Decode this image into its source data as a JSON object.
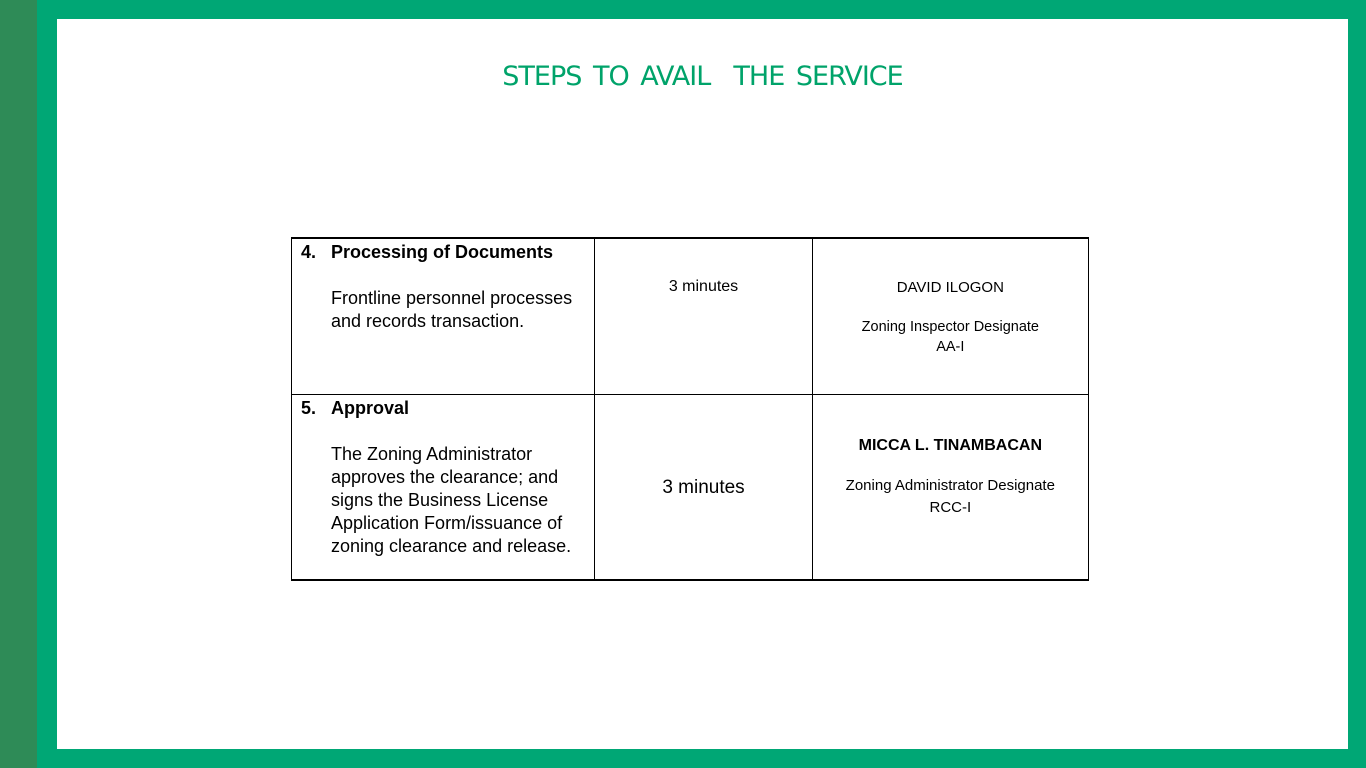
{
  "title": "STEPS TO AVAIL  THE SERVICE",
  "rows": [
    {
      "number": "4.",
      "heading": "Processing of Documents",
      "description": "Frontline personnel processes and records transaction.",
      "time": "3 minutes",
      "person_name": "DAVID ILOGON",
      "person_role": "Zoning Inspector Designate",
      "person_code": "AA-I"
    },
    {
      "number": "5.",
      "heading": "Approval",
      "description": "The Zoning Administrator approves the clearance; and signs the Business License Application Form/issuance of zoning clearance and release.",
      "time": "3 minutes",
      "person_name": "MICCA L. TINAMBACAN",
      "person_role": "Zoning Administrator Designate",
      "person_code": "RCC-I"
    }
  ],
  "colors": {
    "frame": "#00a775",
    "side_strip": "#2e8b57",
    "title": "#00a36a"
  }
}
